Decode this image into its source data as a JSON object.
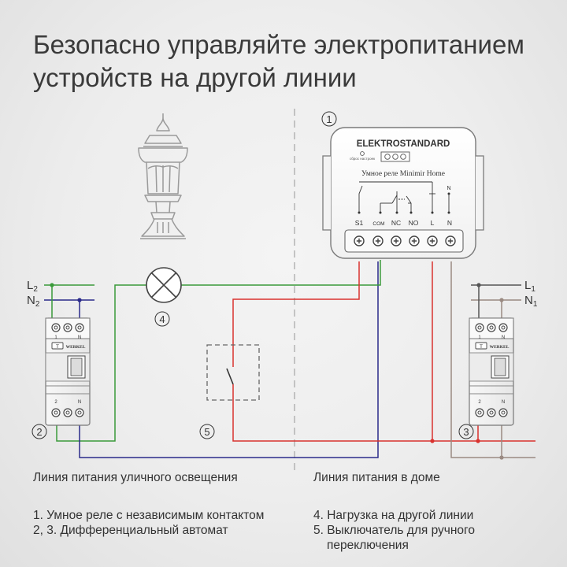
{
  "title_line1": "Безопасно управляйте электропитанием",
  "title_line2": "устройств на другой линии",
  "relay": {
    "brand": "ELEKTROSTANDARD",
    "reset_label": "сброс настроек",
    "model": "Умное реле Minimir Home",
    "top_n": "N",
    "terminals": [
      "S1",
      "COM",
      "NC",
      "NO",
      "L",
      "N"
    ]
  },
  "breaker": {
    "brand": "WERKEL",
    "top_numbers": [
      "1",
      "N"
    ],
    "bottom_numbers": [
      "2",
      "N"
    ],
    "test_label": "T"
  },
  "wires": {
    "left_l": "L",
    "left_l_sub": "2",
    "left_n": "N",
    "left_n_sub": "2",
    "right_l": "L",
    "right_l_sub": "1",
    "right_n": "N",
    "right_n_sub": "1"
  },
  "markers": [
    "1",
    "2",
    "3",
    "4",
    "5"
  ],
  "captions": {
    "left": "Линия питания уличного освещения",
    "right": "Линия питания в доме"
  },
  "legend": {
    "left": [
      "1. Умное реле с независимым контактом",
      "2, 3. Дифференциальный автомат"
    ],
    "right_1": "4. Нагрузка на другой линии",
    "right_2a": "5. Выключатель для ручного",
    "right_2b": "переключения"
  },
  "colors": {
    "green": "#3a9a3a",
    "blue": "#2a2a8a",
    "red": "#d9322e",
    "gray": "#9a8a82",
    "dark_gray": "#555555"
  }
}
